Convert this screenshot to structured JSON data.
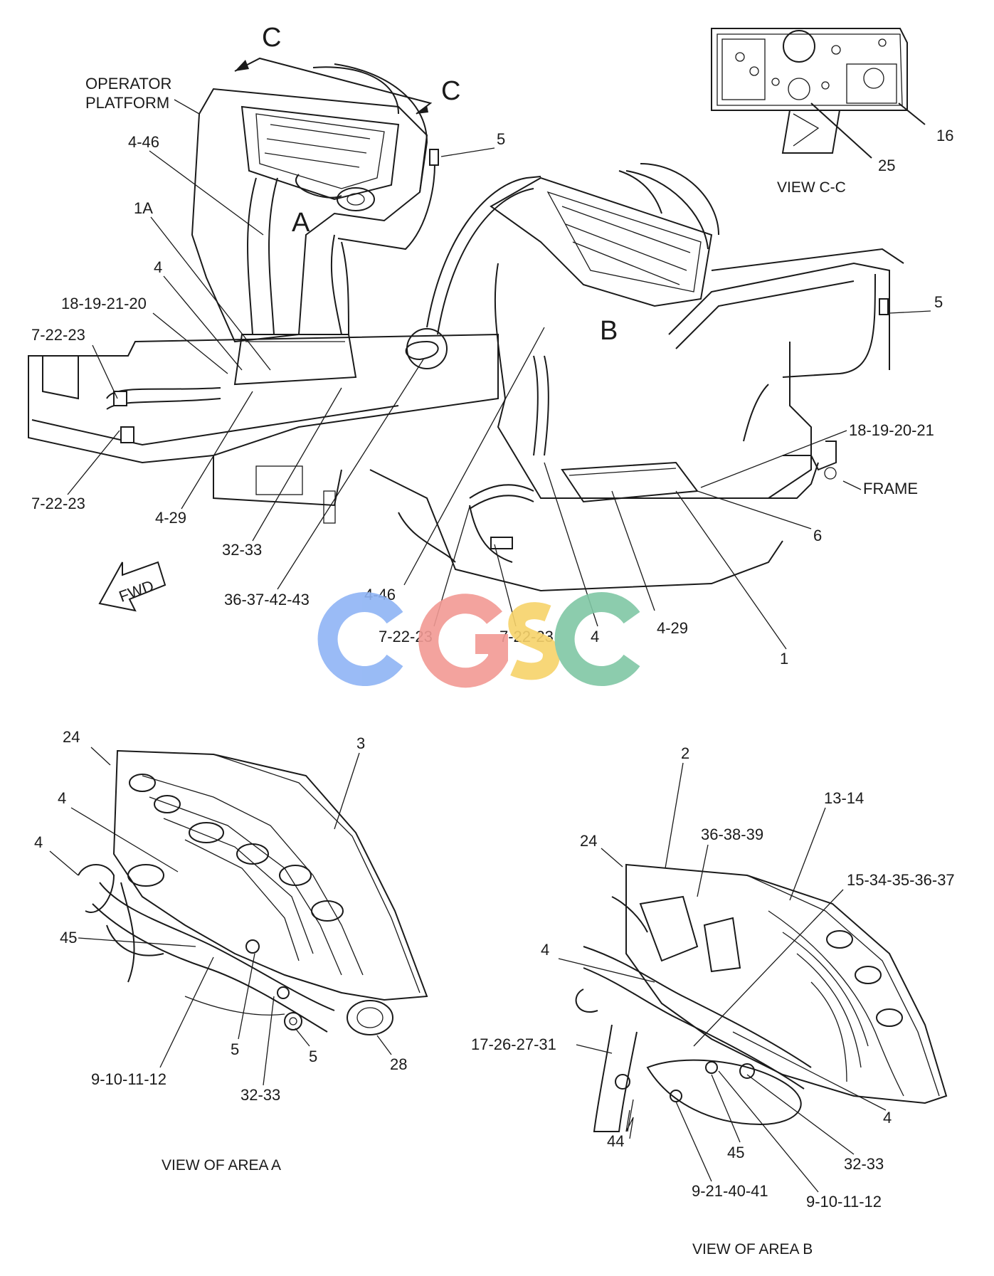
{
  "view_letters": {
    "c_left": "C",
    "c_right": "C",
    "a": "A",
    "b": "B"
  },
  "captions": {
    "operator_platform_1": "OPERATOR",
    "operator_platform_2": "PLATFORM",
    "view_cc": "VIEW C-C",
    "frame": "FRAME",
    "fwd": "FWD",
    "view_area_a": "VIEW OF AREA  A",
    "view_area_b": "VIEW OF AREA B"
  },
  "callouts": {
    "main": [
      "4-46",
      "1A",
      "4",
      "18-19-21-20",
      "7-22-23",
      "7-22-23",
      "4-29",
      "32-33",
      "36-37-42-43",
      "4-46",
      "7-22-23",
      "7-22-23",
      "4",
      "4-29",
      "1",
      "6",
      "18-19-20-21",
      "5",
      "5",
      "25",
      "16"
    ],
    "area_a": [
      "24",
      "3",
      "4",
      "4",
      "45",
      "5",
      "5",
      "9-10-11-12",
      "32-33",
      "28"
    ],
    "area_b": [
      "2",
      "13-14",
      "24",
      "36-38-39",
      "15-34-35-36-37",
      "4",
      "17-26-27-31",
      "44",
      "45",
      "4",
      "32-33",
      "9-21-40-41",
      "9-10-11-12"
    ]
  },
  "watermark": {
    "letters": [
      "C",
      "G",
      "S",
      "C"
    ],
    "colors": [
      "#8fb4f5",
      "#f29a94",
      "#f7d36a",
      "#80c7a5"
    ]
  }
}
